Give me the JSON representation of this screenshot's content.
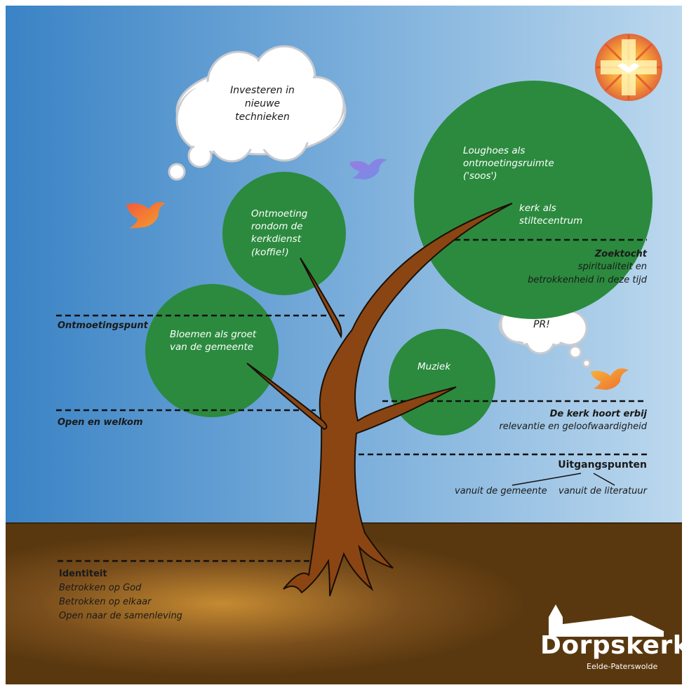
{
  "clouds": {
    "investeren": "Investeren in nieuwe technieken",
    "pr": "PR!"
  },
  "circles": {
    "ontmoeting": "Ontmoeting rondom de kerkdienst (koffie!)",
    "loughoes": "Loughoes als ontmoetingsruimte ('soos')",
    "stilte": "kerk als stiltecentrum",
    "bloemen": "Bloemen als groet van de gemeente",
    "muziek": "Muziek"
  },
  "left_labels": {
    "ontmoetingspunt": "Ontmoetingspunt",
    "open_welkom": "Open en welkom"
  },
  "right_labels": {
    "zoektocht_title": "Zoektocht",
    "zoektocht_sub1": "spiritualiteit en",
    "zoektocht_sub2": "betrokkenheid in deze tijd",
    "kerk_title": "De kerk hoort erbij",
    "kerk_sub": "relevantie en geloofwaardigheid",
    "uitgang_title": "Uitgangspunten",
    "uitgang_left": "vanuit de gemeente",
    "uitgang_right": "vanuit de literatuur"
  },
  "identiteit": {
    "title": "Identiteit",
    "line1": "Betrokken op God",
    "line2": "Betrokken op elkaar",
    "line3": "Open naar de samenleving"
  },
  "logo": {
    "word": "Dorpskerk",
    "sub": "Eelde-Paterswolde"
  },
  "colors": {
    "sky_left": "#3d86c6",
    "sky_right": "#b5d4ec",
    "ground": "#5c3a12",
    "circle_green": "#2b8a3e",
    "trunk": "#8b4513"
  }
}
